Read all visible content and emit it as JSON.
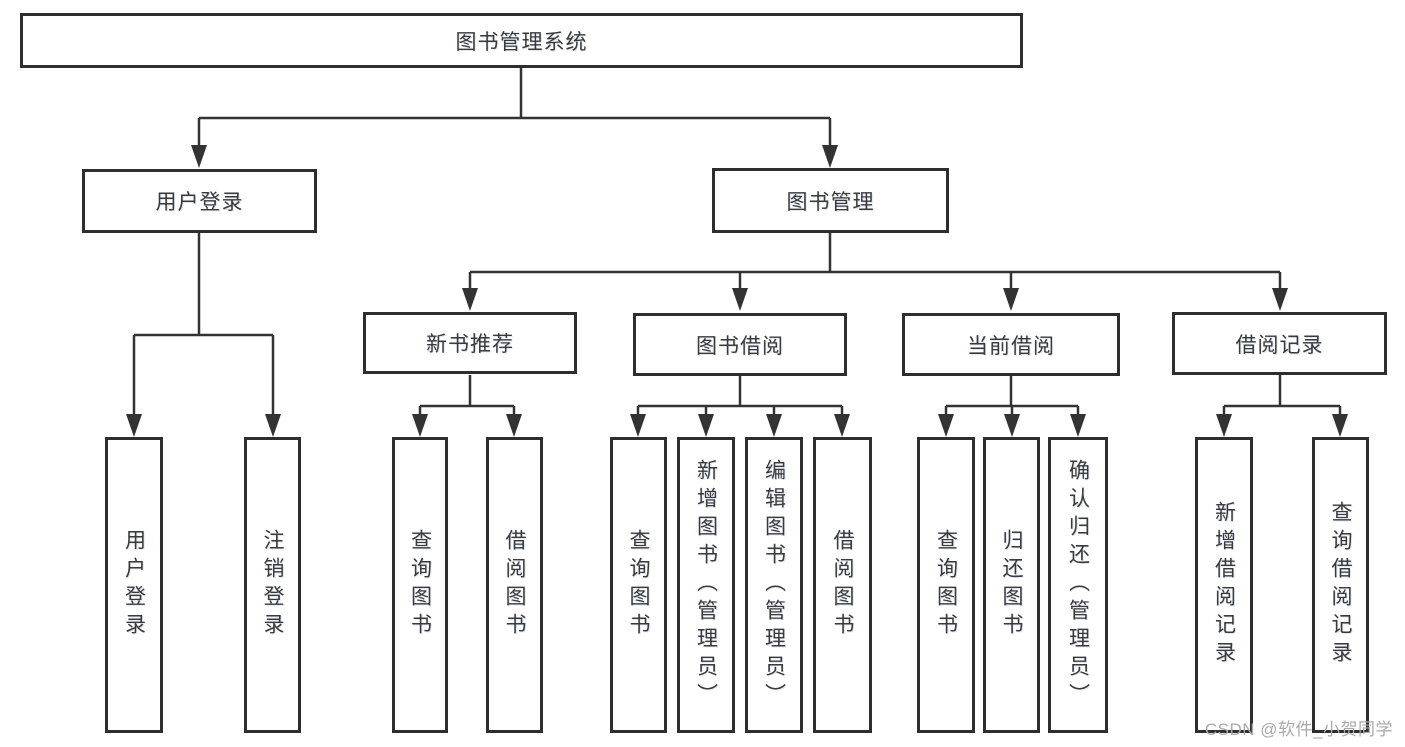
{
  "diagram": {
    "root": {
      "label": "图书管理系统"
    },
    "level2": [
      {
        "label": "用户登录"
      },
      {
        "label": "图书管理"
      }
    ],
    "level3": [
      {
        "label": "新书推荐"
      },
      {
        "label": "图书借阅"
      },
      {
        "label": "当前借阅"
      },
      {
        "label": "借阅记录"
      }
    ],
    "leaves": [
      {
        "label": "用户登录"
      },
      {
        "label": "注销登录"
      },
      {
        "label": "查询图书"
      },
      {
        "label": "借阅图书"
      },
      {
        "label": "查询图书"
      },
      {
        "label": "新增图书（管理员）"
      },
      {
        "label": "编辑图书（管理员）"
      },
      {
        "label": "借阅图书"
      },
      {
        "label": "查询图书"
      },
      {
        "label": "归还图书"
      },
      {
        "label": "确认归还（管理员）"
      },
      {
        "label": "新增借阅记录"
      },
      {
        "label": "查询借阅记录"
      }
    ],
    "colors": {
      "line": "#333333",
      "box_border": "#2e2e2e",
      "text": "#3a3a3a",
      "background": "#ffffff"
    }
  },
  "watermark": {
    "text": "CSDN @软件_小贺同学",
    "color": "#a9a9a9"
  }
}
